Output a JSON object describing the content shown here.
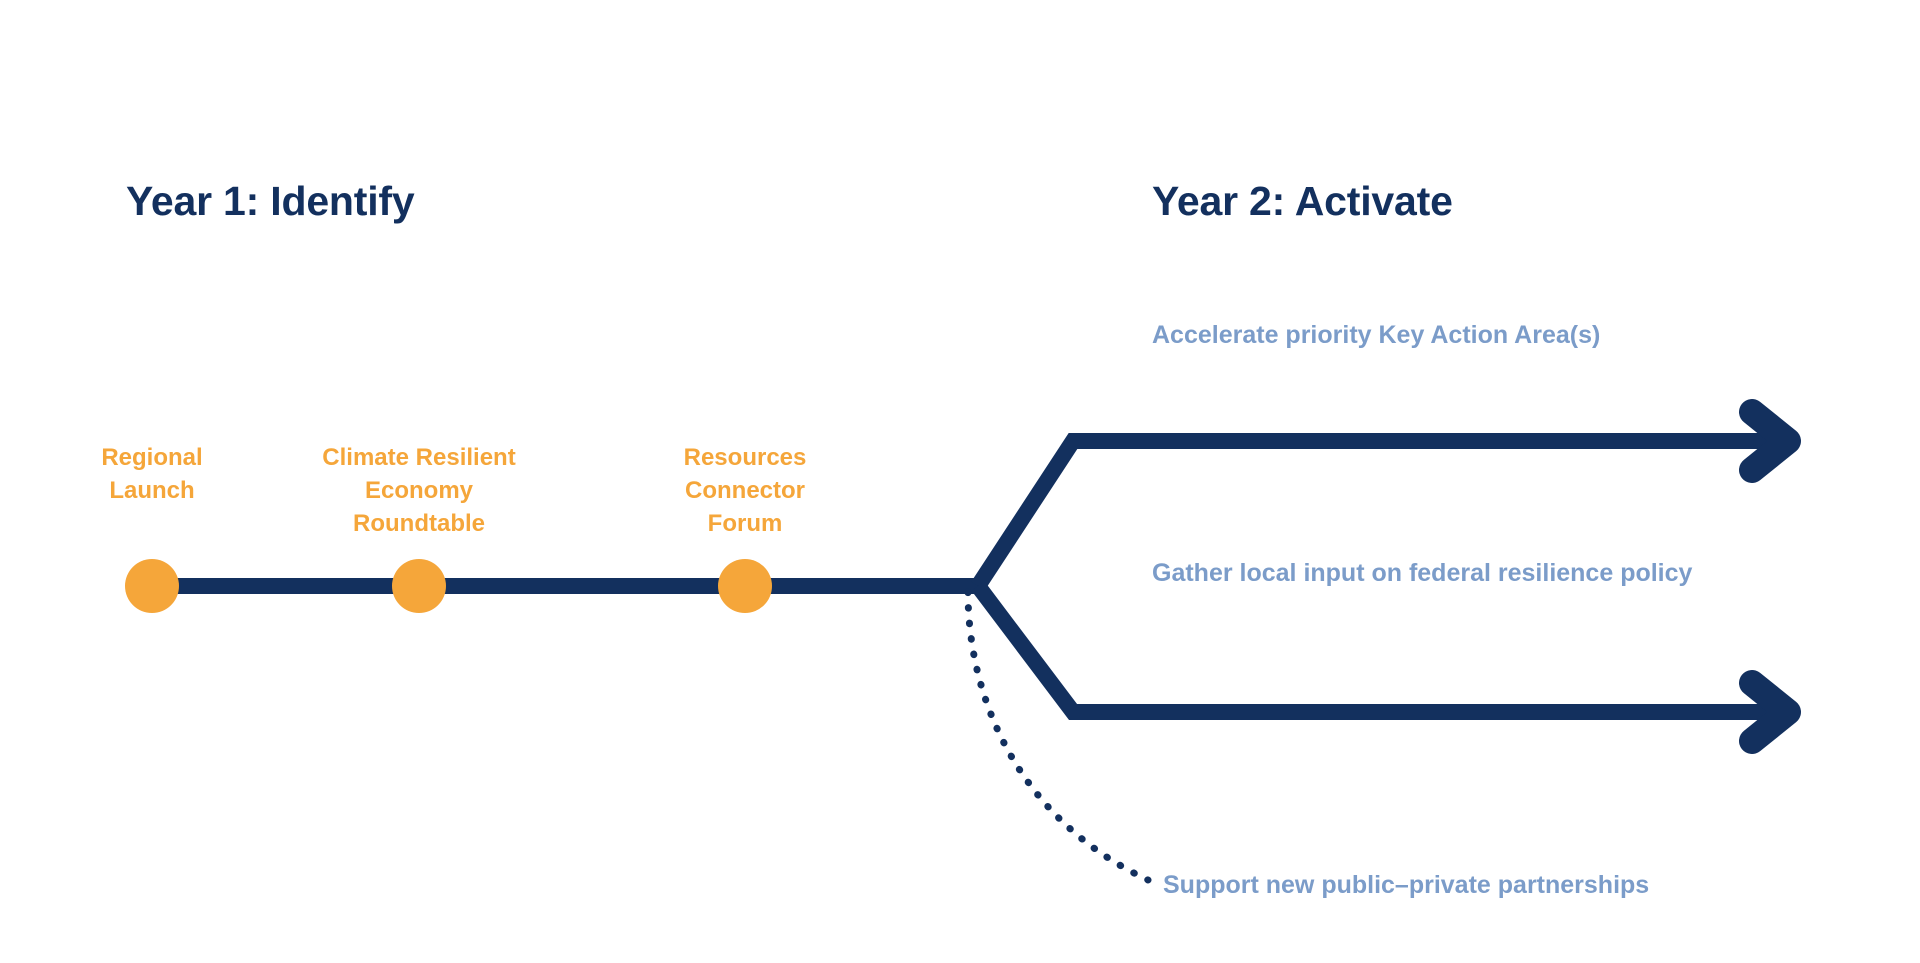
{
  "diagram": {
    "title_implicit": "Two-year roadmap timeline",
    "colors": {
      "navy": "#13305e",
      "orange": "#f5a63a",
      "slate_blue": "#7b9cc9",
      "background": "#ffffff"
    },
    "phases": [
      {
        "id": "year-1",
        "label": "Year 1: Identify"
      },
      {
        "id": "year-2",
        "label": "Year 2: Activate"
      }
    ],
    "milestones": [
      {
        "id": "regional-launch",
        "label": "Regional\nLaunch",
        "marker": "filled-circle"
      },
      {
        "id": "climate-resilient-economy-roundtable",
        "label": "Climate Resilient\nEconomy\nRoundtable",
        "marker": "filled-circle"
      },
      {
        "id": "resources-connector-forum",
        "label": "Resources\nConnector\nForum",
        "marker": "filled-circle"
      }
    ],
    "outcomes": [
      {
        "id": "accelerate-key-action-areas",
        "label": "Accelerate priority Key Action Area(s)",
        "connector": "solid-arrow-top"
      },
      {
        "id": "gather-local-input",
        "label": "Gather local input on federal resilience policy",
        "connector": "solid-arrow-bottom"
      },
      {
        "id": "support-partnerships",
        "label": "Support new public–private partnerships",
        "connector": "dotted-curve"
      }
    ]
  }
}
